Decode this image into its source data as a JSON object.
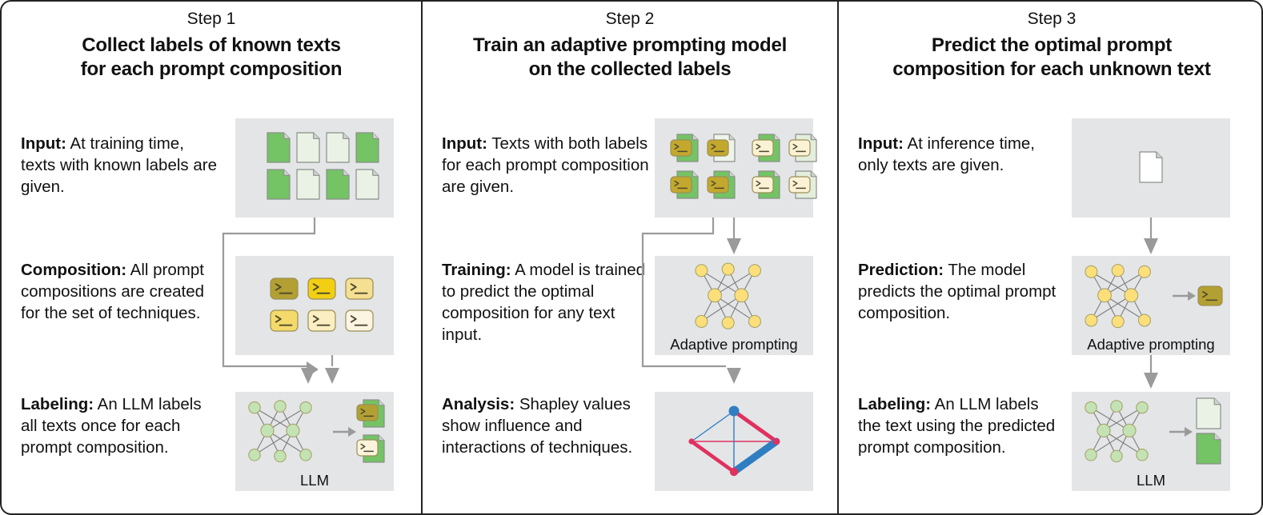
{
  "figure": {
    "type": "pipeline-diagram",
    "background": "#ffffff",
    "border_color": "#222222",
    "panel_bg": "#e4e5e7",
    "arrow_color": "#9a9a9a"
  },
  "columns": [
    {
      "step_label": "Step 1",
      "title_lines": [
        "Collect labels of known texts",
        "for each prompt composition"
      ],
      "rows": [
        {
          "name": "input",
          "bold": "Input:",
          "text": " At training time, texts with known labels are given.",
          "panel": {
            "name": "known-texts-panel",
            "caption": "",
            "kind": "doc-grid",
            "docs": [
              {
                "fill": "#74c365"
              },
              {
                "fill": "#e9f2e5"
              },
              {
                "fill": "#e9f2e5"
              },
              {
                "fill": "#74c365"
              },
              {
                "fill": "#74c365"
              },
              {
                "fill": "#e9f2e5"
              },
              {
                "fill": "#74c365"
              },
              {
                "fill": "#e9f2e5"
              }
            ]
          }
        },
        {
          "name": "composition",
          "bold": "Composition:",
          "text": " All prompt compositions are created for the set of techniques.",
          "panel": {
            "name": "prompt-composition-panel",
            "caption": "",
            "kind": "prompt-grid",
            "prompts": [
              {
                "fill": "#b3a033"
              },
              {
                "fill": "#f2cf12"
              },
              {
                "fill": "#f5df91"
              },
              {
                "fill": "#f4da6a"
              },
              {
                "fill": "#faeec2"
              },
              {
                "fill": "#fbf5e2"
              }
            ]
          }
        },
        {
          "name": "labeling",
          "bold": "Labeling:",
          "text": " An LLM labels all texts once for each prompt composition.",
          "panel": {
            "name": "llm-panel",
            "caption": "LLM",
            "kind": "net-out",
            "net_color": "#c3e3b5",
            "outputs": [
              {
                "doc": "#74c365",
                "prompt": "#b3a033"
              },
              {
                "doc": "#74c365",
                "prompt": "#fbf3dc"
              }
            ]
          }
        }
      ]
    },
    {
      "step_label": "Step 2",
      "title_lines": [
        "Train an adaptive prompting model",
        "on the collected labels"
      ],
      "rows": [
        {
          "name": "input",
          "bold": "Input:",
          "text": " Texts with both labels for each prompt composition are given.",
          "panel": {
            "name": "labeled-texts-panel",
            "caption": "",
            "kind": "pair-grid",
            "pairs": [
              {
                "doc": "#74c365",
                "prompt": "#c3a82e"
              },
              {
                "doc": "#eef4ea",
                "prompt": "#c3a82e"
              },
              {
                "doc": "#74c365",
                "prompt": "#fbf1d4"
              },
              {
                "doc": "#e3eedc",
                "prompt": "#fbf1d4"
              },
              {
                "doc": "#74c365",
                "prompt": "#c3a82e"
              },
              {
                "doc": "#74c365",
                "prompt": "#c3a82e"
              },
              {
                "doc": "#74c365",
                "prompt": "#fbf1d4"
              },
              {
                "doc": "#e3eedc",
                "prompt": "#fbf1d4"
              }
            ]
          }
        },
        {
          "name": "training",
          "bold": "Training:",
          "text": " A model is trained to predict the optimal composition for any text input.",
          "panel": {
            "name": "adaptive-prompting-panel",
            "caption": "Adaptive prompting",
            "kind": "net",
            "net_color": "#fcdf7a"
          }
        },
        {
          "name": "analysis",
          "bold": "Analysis:",
          "text": " Shapley values show influence and interactions of techniques.",
          "panel": {
            "name": "shapley-graph-panel",
            "caption": "",
            "kind": "shapley",
            "blue": "#2f7ec1",
            "pink": "#e0315f"
          }
        }
      ]
    },
    {
      "step_label": "Step 3",
      "title_lines": [
        "Predict the optimal prompt",
        "composition for each unknown text"
      ],
      "rows": [
        {
          "name": "input",
          "bold": "Input:",
          "text": " At inference time, only texts are given.",
          "panel": {
            "name": "unknown-text-panel",
            "caption": "",
            "kind": "single-doc",
            "doc_fill": "#ffffff"
          }
        },
        {
          "name": "prediction",
          "bold": "Prediction:",
          "text": " The model predicts the optimal prompt composition.",
          "panel": {
            "name": "adaptive-prompting-panel",
            "caption": "Adaptive prompting",
            "kind": "net-out-prompt",
            "net_color": "#fcdf7a",
            "prompt_fill": "#b3a033"
          }
        },
        {
          "name": "labeling",
          "bold": "Labeling:",
          "text": " An LLM labels the text using the predicted prompt composition.",
          "panel": {
            "name": "llm-panel",
            "caption": "LLM",
            "kind": "net-out-docs",
            "net_color": "#c3e3b5",
            "outputs": [
              {
                "fill": "#e9f2e5"
              },
              {
                "fill": "#74c365"
              }
            ]
          }
        }
      ]
    }
  ]
}
